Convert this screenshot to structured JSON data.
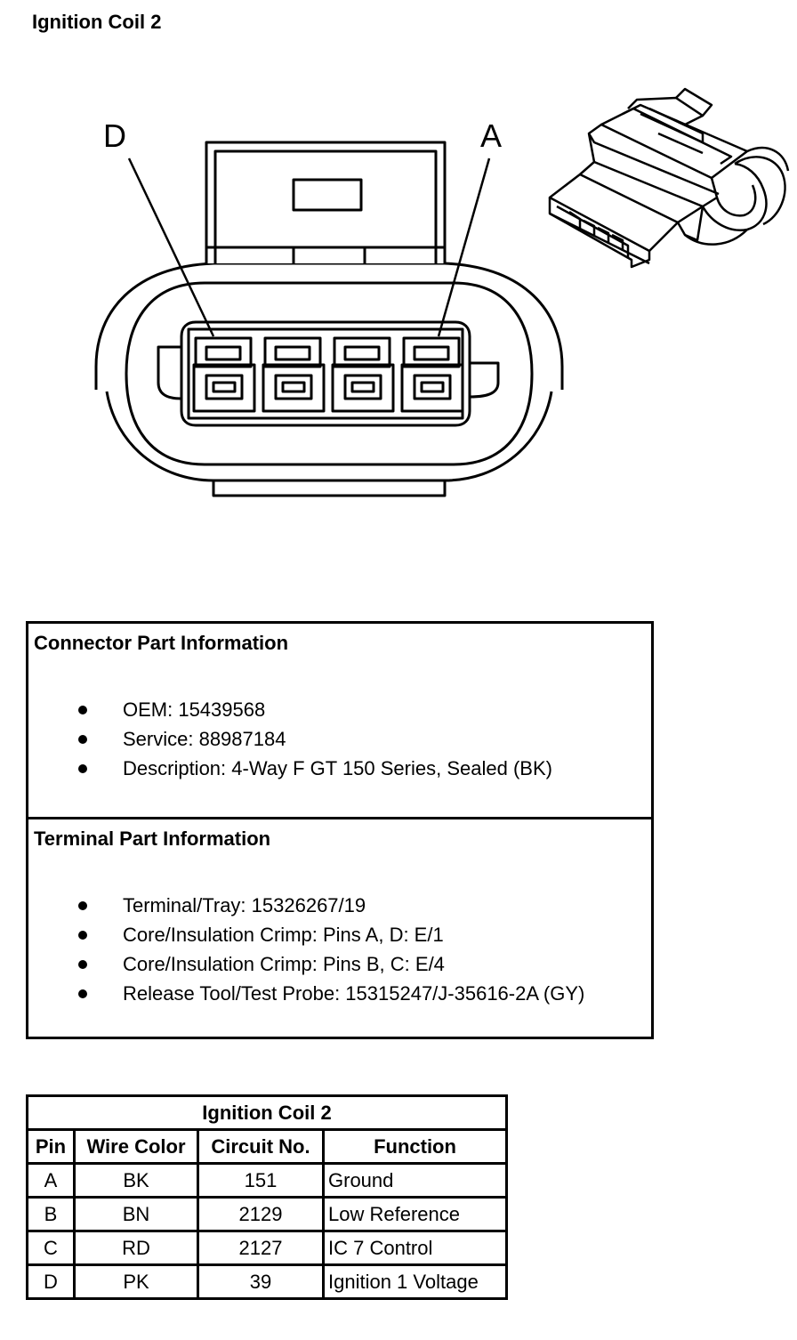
{
  "title": "Ignition Coil 2",
  "diagram": {
    "pin_labels": {
      "left": "D",
      "right": "A"
    }
  },
  "connector_info": {
    "heading": "Connector Part Information",
    "items": [
      "OEM: 15439568",
      "Service: 88987184",
      "Description: 4-Way F GT 150 Series, Sealed (BK)"
    ]
  },
  "terminal_info": {
    "heading": "Terminal Part Information",
    "items": [
      "Terminal/Tray: 15326267/19",
      "Core/Insulation Crimp: Pins A, D: E/1",
      "Core/Insulation Crimp: Pins B, C: E/4",
      "Release Tool/Test Probe: 15315247/J-35616-2A (GY)"
    ]
  },
  "pin_table": {
    "title": "Ignition Coil 2",
    "headers": [
      "Pin",
      "Wire Color",
      "Circuit No.",
      "Function"
    ],
    "rows": [
      [
        "A",
        "BK",
        "151",
        "Ground"
      ],
      [
        "B",
        "BN",
        "2129",
        "Low Reference"
      ],
      [
        "C",
        "RD",
        "2127",
        "IC 7 Control"
      ],
      [
        "D",
        "PK",
        "39",
        "Ignition 1 Voltage"
      ]
    ]
  }
}
